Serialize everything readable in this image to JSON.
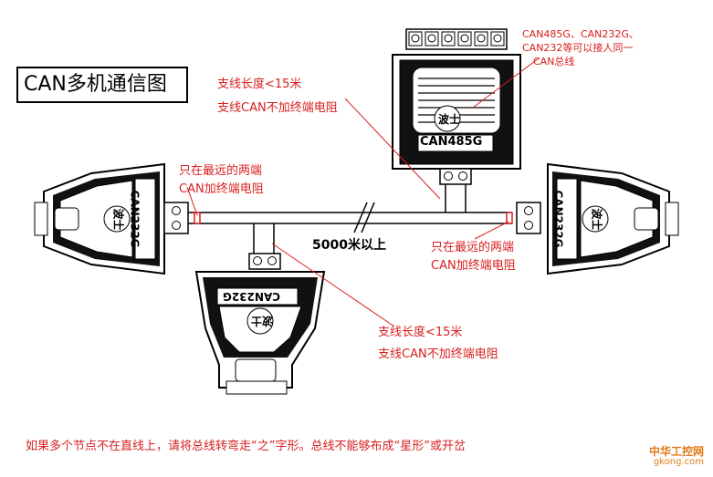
{
  "title": "CAN多机通信图",
  "devices": {
    "top": "CAN485G",
    "left": "CAN232G",
    "right": "CAN232G",
    "bottom": "CAN232G",
    "logo": "波士"
  },
  "notes": {
    "top_right_line1": "CAN485G、CAN232G、",
    "top_right_line2": "CAN232等可以接人同一",
    "top_right_line3": "CAN总线",
    "branch_top_line1": "支线长度<15米",
    "branch_top_line2": "支线CAN不加终端电阻",
    "left_end_line1": "只在最远的两端",
    "left_end_line2": "CAN加终端电阻",
    "right_end_line1": "只在最远的两端",
    "right_end_line2": "CAN加终端电阻",
    "branch_bottom_line1": "支线长度<15米",
    "branch_bottom_line2": "支线CAN不加终端电阻"
  },
  "bus_length": "5000米以上",
  "caption": "如果多个节点不在直线上，请将总线转弯走“之”字形。总线不能够布成“星形”或开岔",
  "watermark": {
    "name": "中华工控网",
    "url": "gkong.com"
  }
}
